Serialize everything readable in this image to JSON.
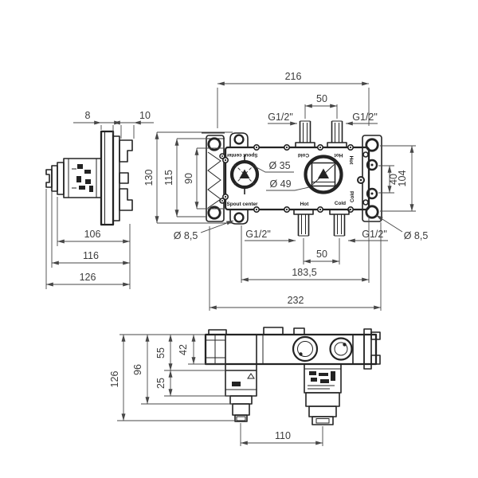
{
  "ink_color": "#232323",
  "dimension_color": "#474747",
  "side_view": {
    "dim_8": "8",
    "dim_10": "10",
    "dim_106": "106",
    "dim_116": "116",
    "dim_126": "126"
  },
  "front_view": {
    "dim_216": "216",
    "dim_50_top": "50",
    "g_top_left": "G1/2\"",
    "g_top_right": "G1/2\"",
    "dim_130": "130",
    "dim_115": "115",
    "dim_90": "90",
    "dia_spout": "Ø 35",
    "dia_mixer": "Ø 49",
    "dim_40": "40",
    "dim_104": "104",
    "dia_hole_left": "Ø 8,5",
    "dia_hole_right": "Ø 8,5",
    "g_bottom_left": "G1/2\"",
    "g_bottom_right": "G1/2\"",
    "dim_50_bottom": "50",
    "dim_183_5": "183,5",
    "dim_232": "232",
    "label_spout_center_top": "Spout center",
    "label_spout_center_bottom": "Spout center",
    "label_cold_top": "Cold",
    "label_hot_top": "Hot",
    "label_hot_side": "Hot",
    "label_hot_bottom": "Hot",
    "label_cold_bottom": "Cold",
    "label_cold_side": "Cold"
  },
  "bottom_view": {
    "dim_42": "42",
    "dim_55": "55",
    "dim_25": "25",
    "dim_96": "96",
    "dim_126": "126",
    "dim_110": "110"
  }
}
